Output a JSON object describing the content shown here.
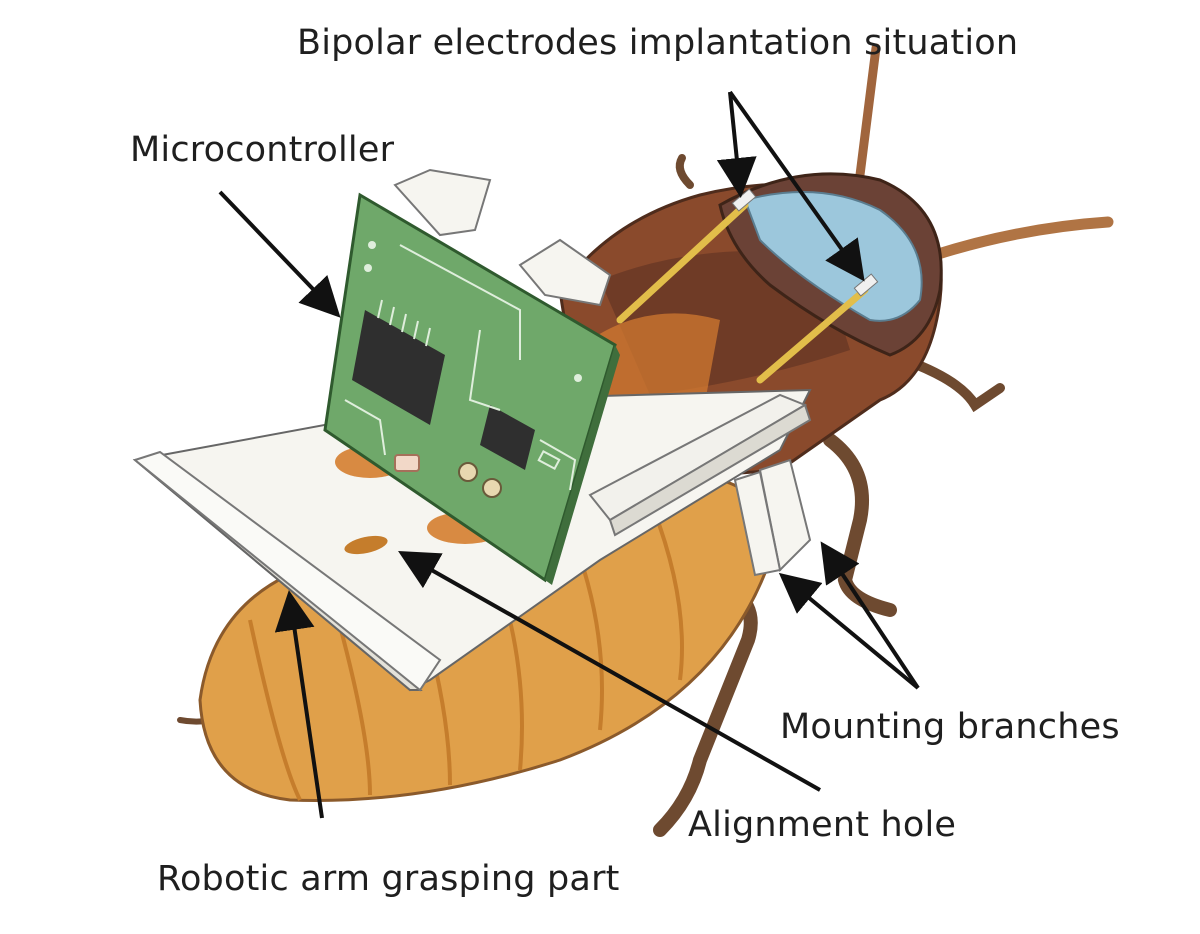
{
  "labels": {
    "bipolar_electrodes": "Bipolar electrodes implantation situation",
    "microcontroller": "Microcontroller",
    "mounting_branches": "Mounting branches",
    "alignment_hole": "Alignment hole",
    "robotic_arm_grasping_part": "Robotic arm grasping part"
  },
  "colors": {
    "abdomen": "#e0a04a",
    "abdomen_shadow": "#c57d2c",
    "thorax_dark": "#6b4236",
    "pronotum_blue": "#9cc7dc",
    "pcb_green": "#6fa86a",
    "chip_black": "#2f2f2f",
    "backpack_white": "#f6f5f0",
    "leg_brown": "#6e4a30",
    "electrode_gold": "#e2be4a",
    "arrow": "#111111"
  }
}
